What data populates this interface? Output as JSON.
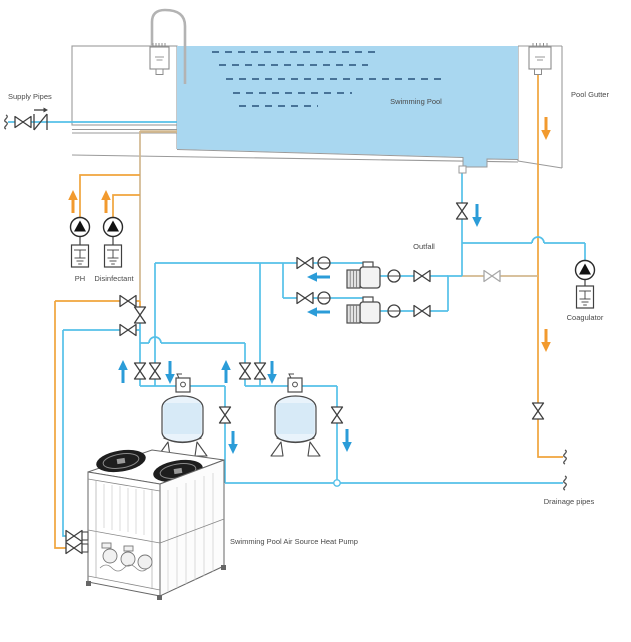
{
  "labels": {
    "supply_pipes": "Supply Pipes",
    "swimming_pool": "Swimming Pool",
    "pool_gutter": "Pool Gutter",
    "outfall": "Outfall",
    "ph": "PH",
    "disinfectant": "Disinfectant",
    "coagulator": "Coagulator",
    "drainage_pipes": "Drainage pipes",
    "heat_pump": "Swimming Pool Air Source Heat Pump"
  },
  "colors": {
    "pool_water": "#a9d7f0",
    "filter_fill": "#e9f3fb",
    "pipe_blue": "#55c0e8",
    "pipe_orange": "#f0a43c",
    "pipe_tan": "#d2b88f",
    "arrow_blue": "#2b9cd8",
    "arrow_orange": "#f29a2e",
    "symbol_outline": "#404040",
    "structure_gray": "#9a9a9a",
    "surface_dashes": "#28527a",
    "text": "#4a4a4a"
  },
  "icons": {
    "bowtie_valve": "two triangles meeting at center",
    "ball_valve": "circle with stem on pipe",
    "check_valve": "bars with diagonal and arrow",
    "dosing_pump": "circle with solid triangle",
    "circulation_pump": "motor block with volute",
    "pipe_break": "S squiggle line end",
    "pipe_crossing": "arc bridge hop",
    "flow_arrow": "solid directional arrow"
  }
}
